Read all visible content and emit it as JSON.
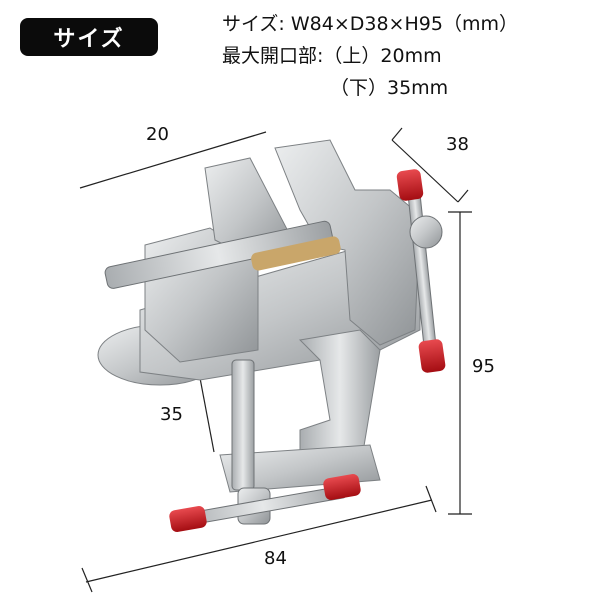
{
  "header": {
    "badge": "サイズ"
  },
  "specs": {
    "line1": "サイズ: W84×D38×H95（mm）",
    "line2": "最大開口部:（上）20mm",
    "line3": "（下）35mm"
  },
  "dimensions": {
    "top_width": "20",
    "depth": "38",
    "height": "95",
    "lower_opening": "35",
    "base_width": "84"
  },
  "colors": {
    "badge_bg": "#0b0b0b",
    "metal": "#c8cacb",
    "red_cap": "#c9141b"
  }
}
